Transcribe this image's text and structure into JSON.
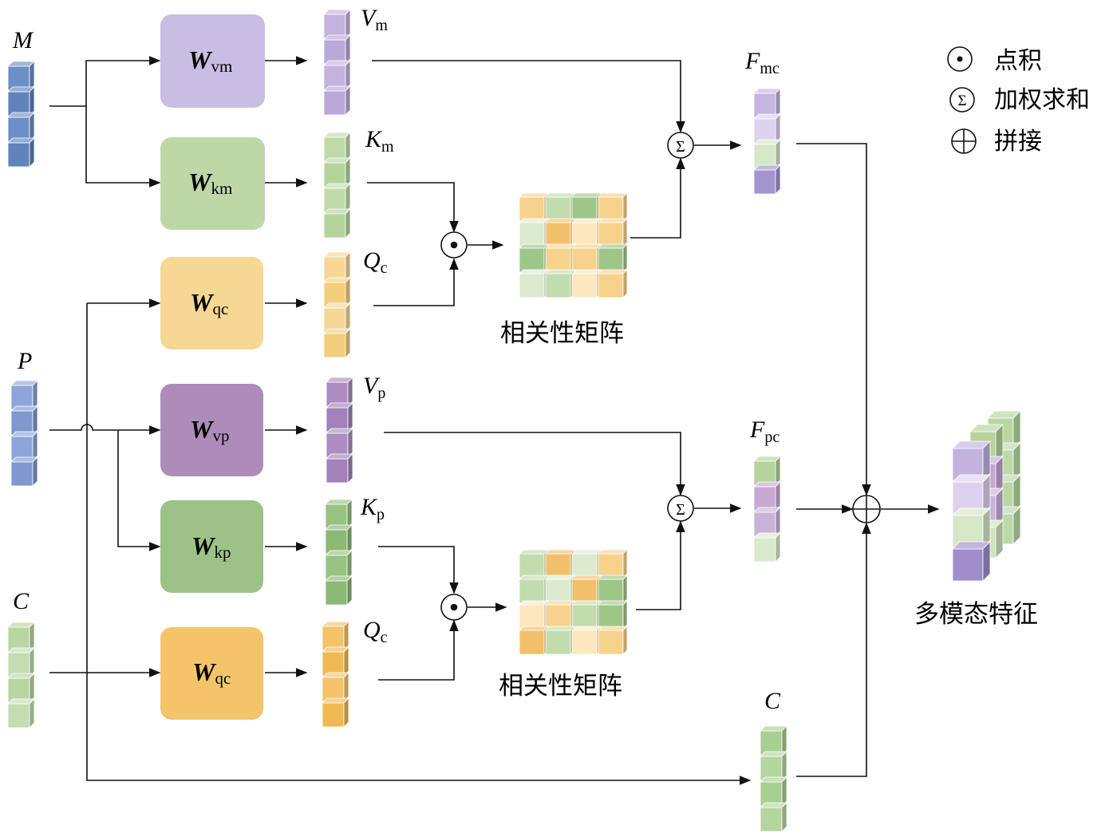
{
  "inputs": {
    "M": "M",
    "P": "P",
    "C": "C"
  },
  "weights": {
    "vm": {
      "main": "W",
      "sub": "vm"
    },
    "km": {
      "main": "W",
      "sub": "km"
    },
    "qc1": {
      "main": "W",
      "sub": "qc"
    },
    "vp": {
      "main": "W",
      "sub": "vp"
    },
    "kp": {
      "main": "W",
      "sub": "kp"
    },
    "qc2": {
      "main": "W",
      "sub": "qc"
    }
  },
  "vectors": {
    "Vm": {
      "main": "V",
      "sub": "m"
    },
    "Km": {
      "main": "K",
      "sub": "m"
    },
    "Qc1": {
      "main": "Q",
      "sub": "c"
    },
    "Vp": {
      "main": "V",
      "sub": "p"
    },
    "Kp": {
      "main": "K",
      "sub": "p"
    },
    "Qc2": {
      "main": "Q",
      "sub": "c"
    },
    "Fmc": {
      "main": "F",
      "sub": "mc"
    },
    "Fpc": {
      "main": "F",
      "sub": "pc"
    },
    "C_out": {
      "main": "C",
      "sub": ""
    }
  },
  "matrix_label": "相关性矩阵",
  "output_label": "多模态特征",
  "ops": {
    "dot": "⊙",
    "sum": "Σ",
    "concat": "⊕"
  },
  "legend": [
    {
      "symbol": "dot",
      "label": "点积"
    },
    {
      "symbol": "sum",
      "label": "加权求和"
    },
    {
      "symbol": "concat",
      "label": "拼接"
    }
  ],
  "colors": {
    "blue_in": "#6a8cc4",
    "blue_p": "#8aa2d6",
    "green_c": "#b5d4a0",
    "purple_light": "#c3b3dd",
    "purple_vp": "#a98cbf",
    "green_light": "#bcd7a4",
    "green_kp": "#96c07e",
    "orange_light": "#f5d08c",
    "orange_qc": "#f2c26a"
  }
}
